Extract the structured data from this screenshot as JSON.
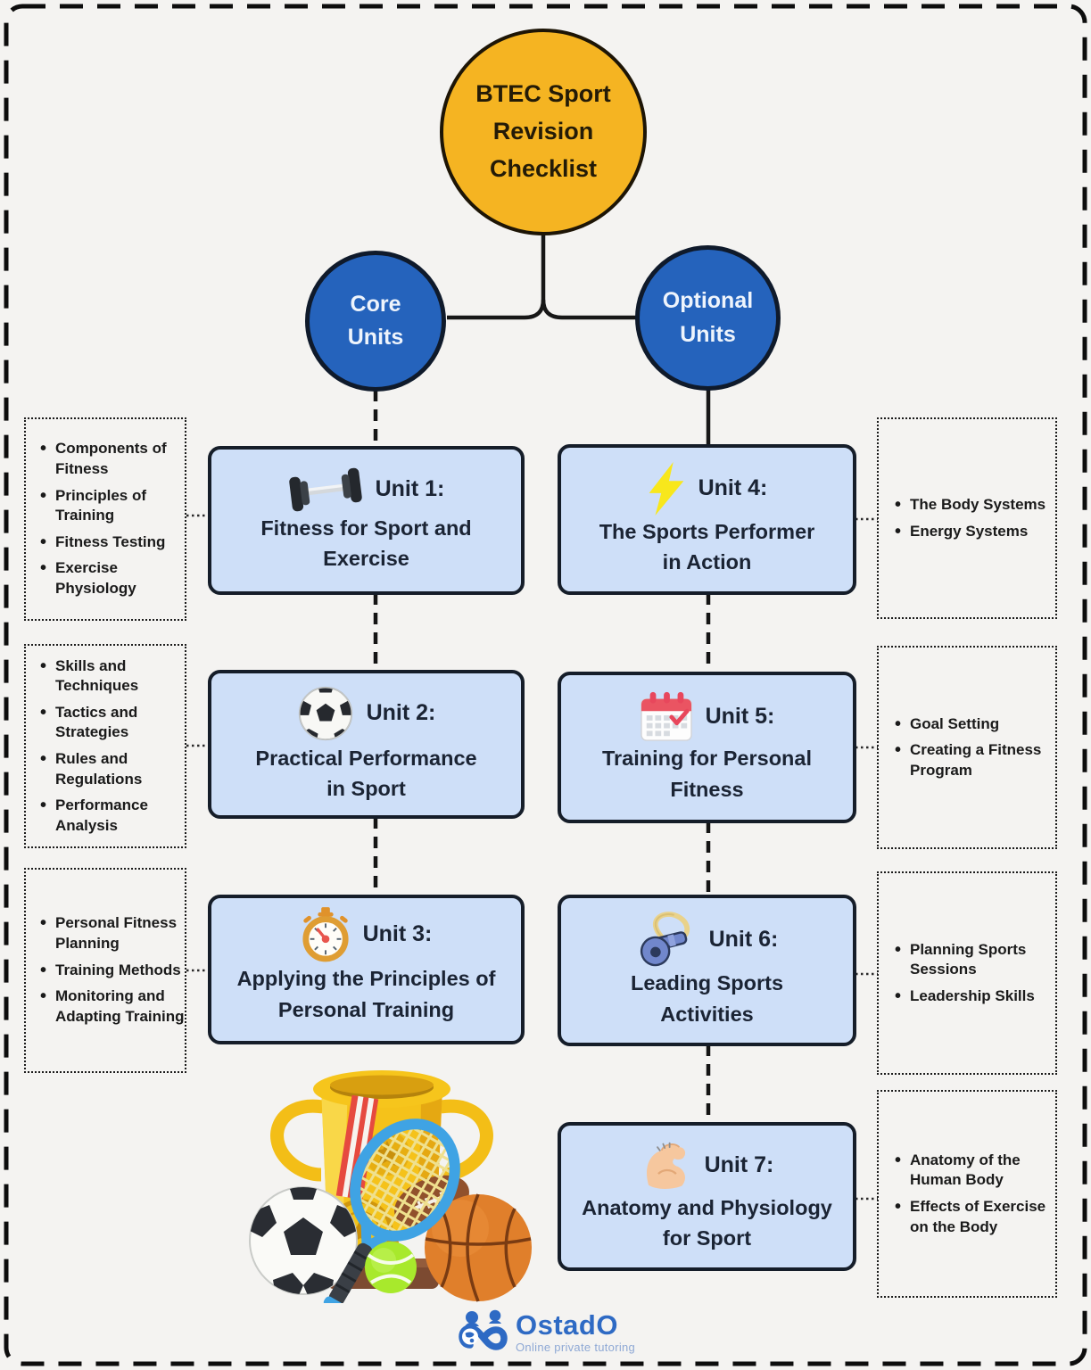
{
  "root": {
    "title": "BTEC Sport\nRevision\nChecklist",
    "fill": "#F5B422"
  },
  "branches": {
    "core": "Core\nUnits",
    "optional": "Optional\nUnits",
    "fill": "#2563BC"
  },
  "colors": {
    "background": "#f4f3f1",
    "unit_box_fill": "#CEDFF8",
    "outline_dark": "#151d29",
    "brand_blue": "#2E6AC4"
  },
  "units": [
    {
      "number": "Unit 1:",
      "name": "Fitness for Sport and\nExercise",
      "icon": "dumbbell-icon",
      "topics": [
        "Components of Fitness",
        "Principles of Training",
        "Fitness Testing",
        "Exercise Physiology"
      ]
    },
    {
      "number": "Unit 2:",
      "name": "Practical Performance\nin Sport",
      "icon": "soccer-ball-icon",
      "topics": [
        "Skills and Techniques",
        "Tactics and Strategies",
        "Rules and Regulations",
        "Performance Analysis"
      ]
    },
    {
      "number": "Unit 3:",
      "name": "Applying the Principles of\nPersonal Training",
      "icon": "stopwatch-icon",
      "topics": [
        "Personal Fitness Planning",
        "Training Methods",
        "Monitoring and Adapting Training"
      ]
    },
    {
      "number": "Unit 4:",
      "name": "The Sports Performer\nin Action",
      "icon": "lightning-icon",
      "topics": [
        "The Body Systems",
        "Energy Systems"
      ]
    },
    {
      "number": "Unit 5:",
      "name": "Training for Personal\nFitness",
      "icon": "calendar-icon",
      "topics": [
        "Goal Setting",
        "Creating a Fitness Program"
      ]
    },
    {
      "number": "Unit 6:",
      "name": "Leading Sports\nActivities",
      "icon": "whistle-icon",
      "topics": [
        "Planning Sports Sessions",
        "Leadership Skills"
      ]
    },
    {
      "number": "Unit 7:",
      "name": "Anatomy and Physiology\nfor Sport",
      "icon": "flexed-biceps-icon",
      "topics": [
        "Anatomy of the Human Body",
        "Effects of Exercise on the Body"
      ]
    }
  ],
  "footer": {
    "brand": "OstadO",
    "tagline": "Online private tutoring",
    "icon": "infinity-people-globe-icon"
  },
  "illustration": "trophy-with-sports-equipment"
}
